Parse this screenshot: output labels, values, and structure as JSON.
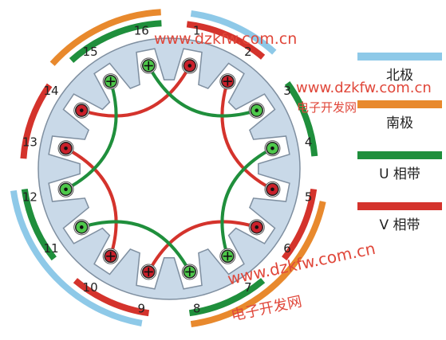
{
  "colors": {
    "north_pole": "#8ec9e8",
    "south_pole": "#e8892d",
    "u_phase": "#1f8f3c",
    "v_phase": "#d4332c",
    "stator": "#c9d9e8",
    "stator_edge": "#7f8fa0",
    "dot_marker_fill": "#4ec84a",
    "cross_marker_fill": "#c9202a",
    "watermark": "#e0473a"
  },
  "legend": [
    {
      "key": "north",
      "label": "北极",
      "color": "#8ec9e8"
    },
    {
      "key": "south",
      "label": "南极",
      "color": "#e8892d"
    },
    {
      "key": "u",
      "label": "U 相带",
      "color": "#1f8f3c"
    },
    {
      "key": "v",
      "label": "V 相带",
      "color": "#d4332c"
    }
  ],
  "slots": [
    {
      "n": "1",
      "phase": "V",
      "mark": "dot"
    },
    {
      "n": "2",
      "phase": "V",
      "mark": "cross"
    },
    {
      "n": "3",
      "phase": "U",
      "mark": "dot"
    },
    {
      "n": "4",
      "phase": "U",
      "mark": "dot"
    },
    {
      "n": "5",
      "phase": "V",
      "mark": "dot"
    },
    {
      "n": "6",
      "phase": "V",
      "mark": "dot"
    },
    {
      "n": "7",
      "phase": "U",
      "mark": "cross"
    },
    {
      "n": "8",
      "phase": "U",
      "mark": "cross"
    },
    {
      "n": "9",
      "phase": "V",
      "mark": "cross"
    },
    {
      "n": "10",
      "phase": "V",
      "mark": "cross"
    },
    {
      "n": "11",
      "phase": "U",
      "mark": "dot"
    },
    {
      "n": "12",
      "phase": "U",
      "mark": "dot"
    },
    {
      "n": "13",
      "phase": "V",
      "mark": "dot"
    },
    {
      "n": "14",
      "phase": "V",
      "mark": "dot"
    },
    {
      "n": "15",
      "phase": "U",
      "mark": "cross"
    },
    {
      "n": "16",
      "phase": "U",
      "mark": "cross"
    }
  ],
  "watermarks": {
    "top_url": "www.dzkfw.com.cn",
    "right_url": "www.dzkfw.com.cn",
    "right_cn": "电子开发网",
    "bottom_url": "www.dzkfw.com.cn",
    "bottom_cn": "电子开发网"
  }
}
